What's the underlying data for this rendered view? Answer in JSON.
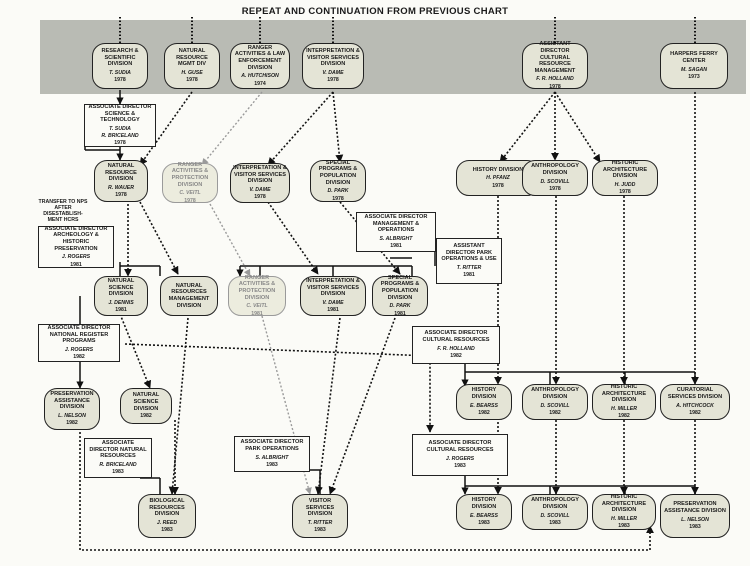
{
  "title": "REPEAT AND CONTINUATION FROM PREVIOUS CHART",
  "transfer_note": "TRANSFER TO NPS AFTER DISESTABLISH-MENT HCRS",
  "nodes": {
    "top_research": {
      "name": "RESEARCH & SCIENTIFIC DIVISION",
      "person": "T. SUDIA",
      "year": "1978"
    },
    "top_natres": {
      "name": "NATURAL RESOURCE MGMT DIV",
      "person": "H. GUSE",
      "year": "1978"
    },
    "top_ranger": {
      "name": "RANGER ACTIVITIES & LAW ENFORCEMENT DIVISION",
      "person": "A. HUTCHISON",
      "year": "1974"
    },
    "top_interp": {
      "name": "INTERPRETATION & VISITOR SERVICES DIVISION",
      "person": "V. DAME",
      "year": "1978"
    },
    "top_acr": {
      "name": "ASSISTANT DIRECTOR CULTURAL RESOURCE MANAGEMENT",
      "person": "F. R. HOLLAND",
      "year": "1978"
    },
    "top_hfc": {
      "name": "HARPERS FERRY CENTER",
      "person": "M. SAGAN",
      "year": "1973"
    },
    "ad_sci_tech": {
      "name": "ASSOCIATE DIRECTOR SCIENCE & TECHNOLOGY",
      "person": "T. SUDIA",
      "person2": "R. BRICELAND",
      "year": "1978"
    },
    "nrd_1978": {
      "name": "NATURAL RESOURCE DIVISION",
      "person": "R. WAUER",
      "year": "1978"
    },
    "ranger_1978": {
      "name": "RANGER ACTIVITIES & PROTECTION DIVISION",
      "person": "C. VEITL",
      "year": "1978"
    },
    "interp_1978": {
      "name": "INTERPRETATION & VISITOR SERVICES DIVISION",
      "person": "V. DAME",
      "year": "1978"
    },
    "special_1978": {
      "name": "SPECIAL PROGRAMS & POPULATION DIVISION",
      "person": "D. PARK",
      "year": "1978"
    },
    "history_1978": {
      "name": "HISTORY DIVISION",
      "person": "H. PFANZ",
      "year": "1978"
    },
    "anthro_1978": {
      "name": "ANTHROPOLOGY DIVISION",
      "person": "D. SCOVILL",
      "year": "1978"
    },
    "histarch_1978": {
      "name": "HISTORIC ARCHITECTURE DIVISION",
      "person": "H. JUDD",
      "year": "1978"
    },
    "ad_arch_hist": {
      "name": "ASSOCIATE DIRECTOR ARCHEOLOGY & HISTORIC PRESERVATION",
      "person": "J. ROGERS",
      "year": "1981"
    },
    "ad_mgmt_ops": {
      "name": "ASSOCIATE DIRECTOR MANAGEMENT & OPERATIONS",
      "person": "S. ALBRIGHT",
      "year": "1981"
    },
    "asst_park_ops": {
      "name": "ASSISTANT DIRECTOR PARK OPERATIONS & USE",
      "person": "T. RITTER",
      "year": "1981"
    },
    "natsci_1981": {
      "name": "NATURAL SCIENCE DIVISION",
      "person": "J. DENNIS",
      "year": "1981"
    },
    "nrm_1981": {
      "name": "NATURAL RESOURCES MANAGEMENT DIVISION",
      "person": "",
      "year": ""
    },
    "ranger_1981": {
      "name": "RANGER ACTIVITIES & PROTECTION DIVISION",
      "person": "C. VEITL",
      "year": "1981"
    },
    "interp_1981": {
      "name": "INTERPRETATION & VISITOR SERVICES DIVISION",
      "person": "V. DAME",
      "year": "1981"
    },
    "special_1981": {
      "name": "SPECIAL PROGRAMS & POPULATION DIVISION",
      "person": "D. PARK",
      "year": "1981"
    },
    "ad_nat_reg": {
      "name": "ASSOCIATE DIRECTOR NATIONAL REGISTER PROGRAMS",
      "person": "J. ROGERS",
      "year": "1982"
    },
    "ad_cult_1982": {
      "name": "ASSOCIATE DIRECTOR CULTURAL RESOURCES",
      "person": "F. R. HOLLAND",
      "year": "1982"
    },
    "preserv_1982": {
      "name": "PRESERVATION ASSISTANCE DIVISION",
      "person": "L. NELSON",
      "year": "1982"
    },
    "natsci_1982": {
      "name": "NATURAL SCIENCE DIVISION",
      "person": "",
      "year": "1982"
    },
    "history_1982": {
      "name": "HISTORY DIVISION",
      "person": "E. BEARSS",
      "year": "1982"
    },
    "anthro_1982": {
      "name": "ANTHROPOLOGY DIVISION",
      "person": "D. SCOVILL",
      "year": "1982"
    },
    "histarch_1982": {
      "name": "HISTORIC ARCHITECTURE DIVISION",
      "person": "H. MILLER",
      "year": "1982"
    },
    "curatorial_1982": {
      "name": "CURATORIAL SERVICES DIVISION",
      "person": "A. HITCHCOCK",
      "year": "1982"
    },
    "ad_nat_res_1983": {
      "name": "ASSOCIATE DIRECTOR NATURAL RESOURCES",
      "person": "R. BRICELAND",
      "year": "1983"
    },
    "ad_park_ops_1983": {
      "name": "ASSOCIATE DIRECTOR PARK OPERATIONS",
      "person": "S. ALBRIGHT",
      "year": "1983"
    },
    "ad_cult_1983": {
      "name": "ASSOCIATE DIRECTOR CULTURAL RESOURCES",
      "person": "J. ROGERS",
      "year": "1983"
    },
    "bio_1983": {
      "name": "BIOLOGICAL RESOURCES DIVISION",
      "person": "J. REED",
      "year": "1983"
    },
    "visitor_1983": {
      "name": "VISITOR SERVICES DIVISION",
      "person": "T. RITTER",
      "year": "1983"
    },
    "history_1983": {
      "name": "HISTORY DIVISION",
      "person": "E. BEARSS",
      "year": "1983"
    },
    "anthro_1983": {
      "name": "ANTHROPOLOGY DIVISION",
      "person": "D. SCOVILL",
      "year": "1983"
    },
    "histarch_1983": {
      "name": "HISTORIC ARCHITECTURE DIVISION",
      "person": "H. MILLER",
      "year": "1983"
    },
    "preserv_1983": {
      "name": "PRESERVATION ASSISTANCE DIVISION",
      "person": "L. NELSON",
      "year": "1983"
    }
  }
}
